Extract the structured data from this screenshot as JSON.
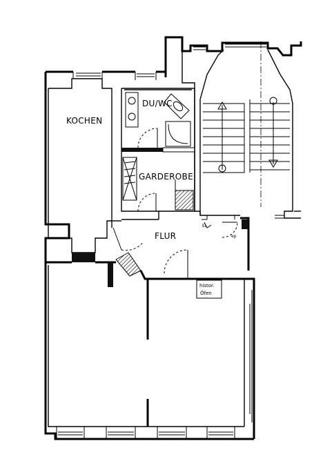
{
  "rooms": {
    "kitchen": "KOCHEN",
    "bath": "DU/WC",
    "wardrobe": "GARDEROBE",
    "hallway": "FLUR"
  },
  "annotations": {
    "stove_line1": "histor.",
    "stove_line2": "Öfen",
    "ep_left": "EL",
    "ep_right": "ep"
  }
}
